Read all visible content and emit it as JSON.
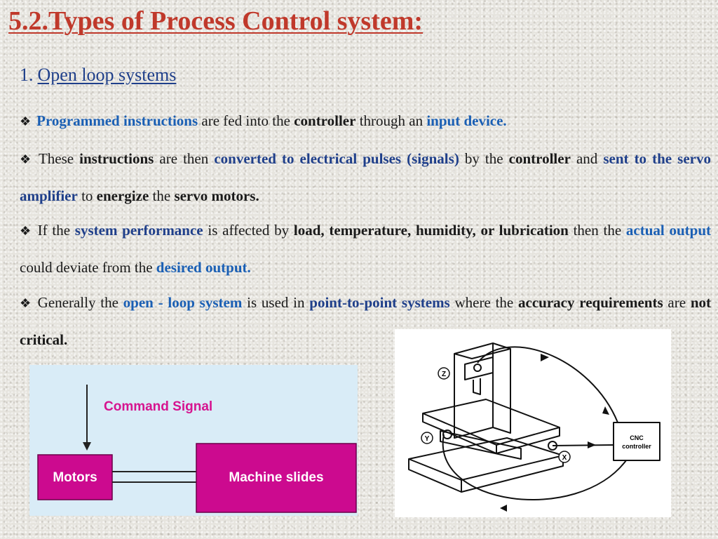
{
  "slide": {
    "title": "5.2.Types of Process Control system:",
    "section": {
      "number": "1.",
      "heading": "Open loop systems"
    },
    "bullet_glyph": "❖",
    "paragraphs": [
      [
        {
          "text": "Programmed instructions",
          "style": "blue"
        },
        {
          "text": " are fed into the ",
          "style": "plain"
        },
        {
          "text": "controller",
          "style": "bold"
        },
        {
          "text": " through an ",
          "style": "plain"
        },
        {
          "text": "input device.",
          "style": "blue"
        }
      ],
      [
        {
          "text": "These ",
          "style": "plain"
        },
        {
          "text": "instructions",
          "style": "bold"
        },
        {
          "text": " are then ",
          "style": "plain"
        },
        {
          "text": "converted to electrical pulses (signals)",
          "style": "navy"
        },
        {
          "text": " by the ",
          "style": "plain"
        },
        {
          "text": "controller",
          "style": "bold"
        },
        {
          "text": " and ",
          "style": "plain"
        },
        {
          "text": "sent to the servo amplifier",
          "style": "navy"
        },
        {
          "text": " to ",
          "style": "plain"
        },
        {
          "text": "energize",
          "style": "bold"
        },
        {
          "text": " the ",
          "style": "plain"
        },
        {
          "text": "servo motors.",
          "style": "bold"
        }
      ],
      [
        {
          "text": "If the ",
          "style": "plain"
        },
        {
          "text": "system performance",
          "style": "navy"
        },
        {
          "text": " is affected by ",
          "style": "plain"
        },
        {
          "text": "load, temperature, humidity, or lubrication",
          "style": "bold"
        },
        {
          "text": " then the ",
          "style": "plain"
        },
        {
          "text": "actual output",
          "style": "blue"
        },
        {
          "text": " could deviate from the ",
          "style": "plain"
        },
        {
          "text": "desired output.",
          "style": "blue"
        }
      ],
      [
        {
          "text": "Generally the ",
          "style": "plain"
        },
        {
          "text": "open - loop system",
          "style": "blue"
        },
        {
          "text": " is used in ",
          "style": "plain"
        },
        {
          "text": "point-to-point systems",
          "style": "navy"
        },
        {
          "text": " where the ",
          "style": "plain"
        },
        {
          "text": "accuracy requirements",
          "style": "bold"
        },
        {
          "text": " are ",
          "style": "plain"
        },
        {
          "text": "not critical.",
          "style": "bold"
        }
      ]
    ]
  },
  "block_diagram": {
    "command_label": "Command Signal",
    "motors_label": "Motors",
    "slides_label": "Machine slides",
    "box_color": "#cc0a8f",
    "label_color": "#d6148f"
  },
  "cnc_figure": {
    "controller_label_line1": "CNC",
    "controller_label_line2": "controller",
    "axis_z": "Z",
    "axis_y": "Y",
    "axis_x": "X"
  },
  "colors": {
    "title": "#c0392b",
    "heading": "#1f3f8a",
    "emphasis_blue": "#1a5fb4",
    "emphasis_navy": "#1f3f8a"
  }
}
